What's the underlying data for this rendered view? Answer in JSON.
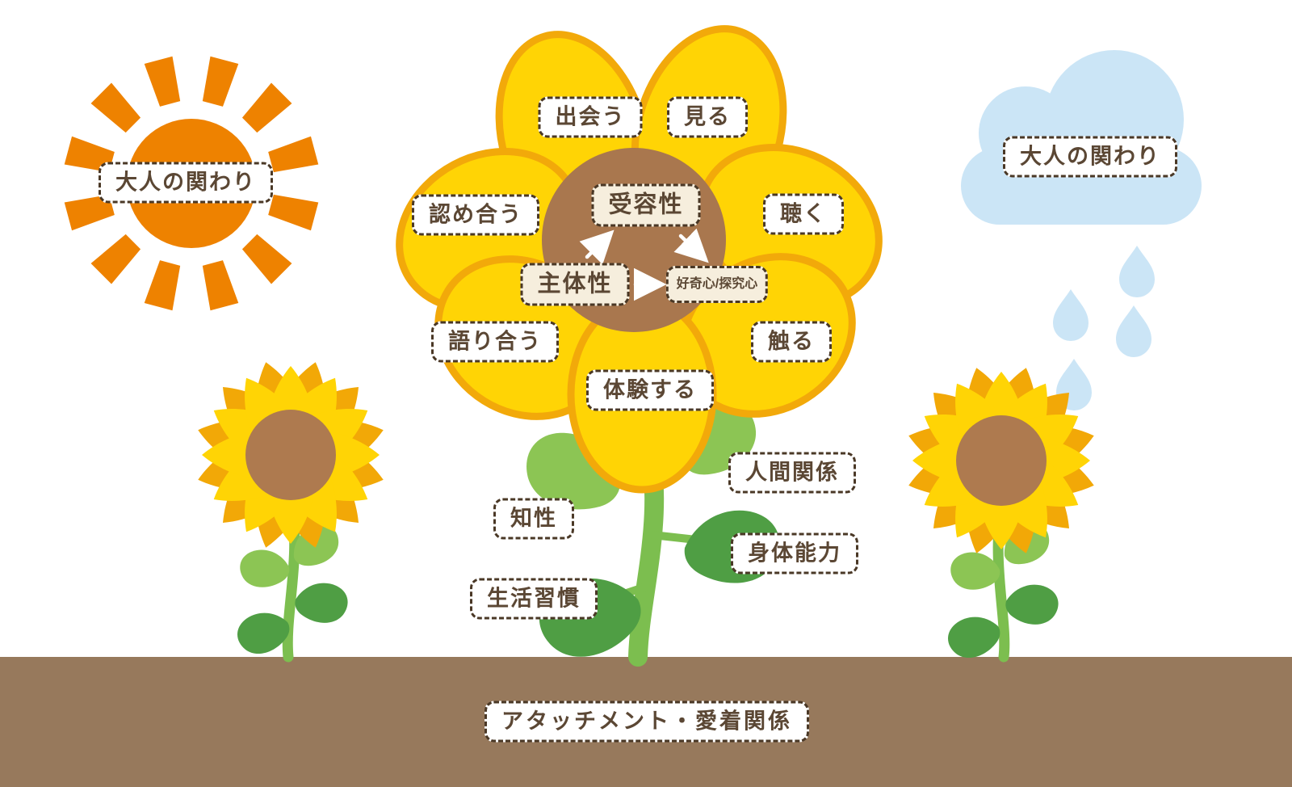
{
  "sun_label": "大人の関わり",
  "cloud_label": "大人の関わり",
  "petals": {
    "deau": "出会う",
    "miru": "見る",
    "mitomeau": "認め合う",
    "kiku": "聴く",
    "katariau": "語り合う",
    "sawaru": "触る",
    "taikensuru": "体験する"
  },
  "core": {
    "juyousei": "受容性",
    "shutaisei": "主体性",
    "koukishin_tankyuushin": "好奇心/探究心"
  },
  "stem": {
    "ningen_kankei": "人間関係",
    "chisei": "知性",
    "shintai_nouryoku": "身体能力",
    "seikatsu_shuukan": "生活習慣"
  },
  "ground_label": "アタッチメント・愛着関係",
  "colors": {
    "sun_orange": "#EE8200",
    "petal_yellow": "#FFD405",
    "petal_outline": "#F2A90A",
    "petal_back_orange": "#F2A807",
    "flower_center_brown": "#A9774E",
    "small_flower_center_brown": "#AE7A4F",
    "cloud_blue": "#CBE5F6",
    "ground_brown": "#97795C",
    "stem_green": "#7CBE4F",
    "leaf_light_green": "#8CC554",
    "leaf_dark_green": "#4F9E44",
    "label_border": "#4A3826",
    "label_text": "#5B4734",
    "label_cream_bg": "#F6EEDD",
    "arrow_white": "#FFFFFF"
  }
}
